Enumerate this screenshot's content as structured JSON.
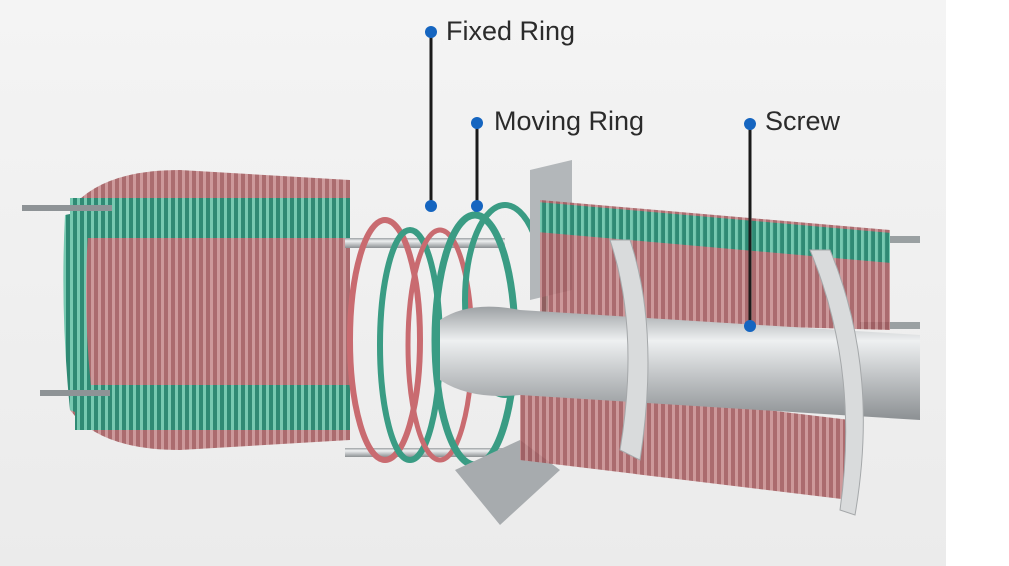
{
  "labels": {
    "fixed_ring": "Fixed Ring",
    "moving_ring": "Moving Ring",
    "screw": "Screw"
  },
  "colors": {
    "callout": "#1565c0",
    "coil_teal": "#3aa88f",
    "coil_red": "#b65c60",
    "metal": "#c9ccce"
  },
  "icons": {
    "callout_marker": "blue-dot-icon"
  }
}
